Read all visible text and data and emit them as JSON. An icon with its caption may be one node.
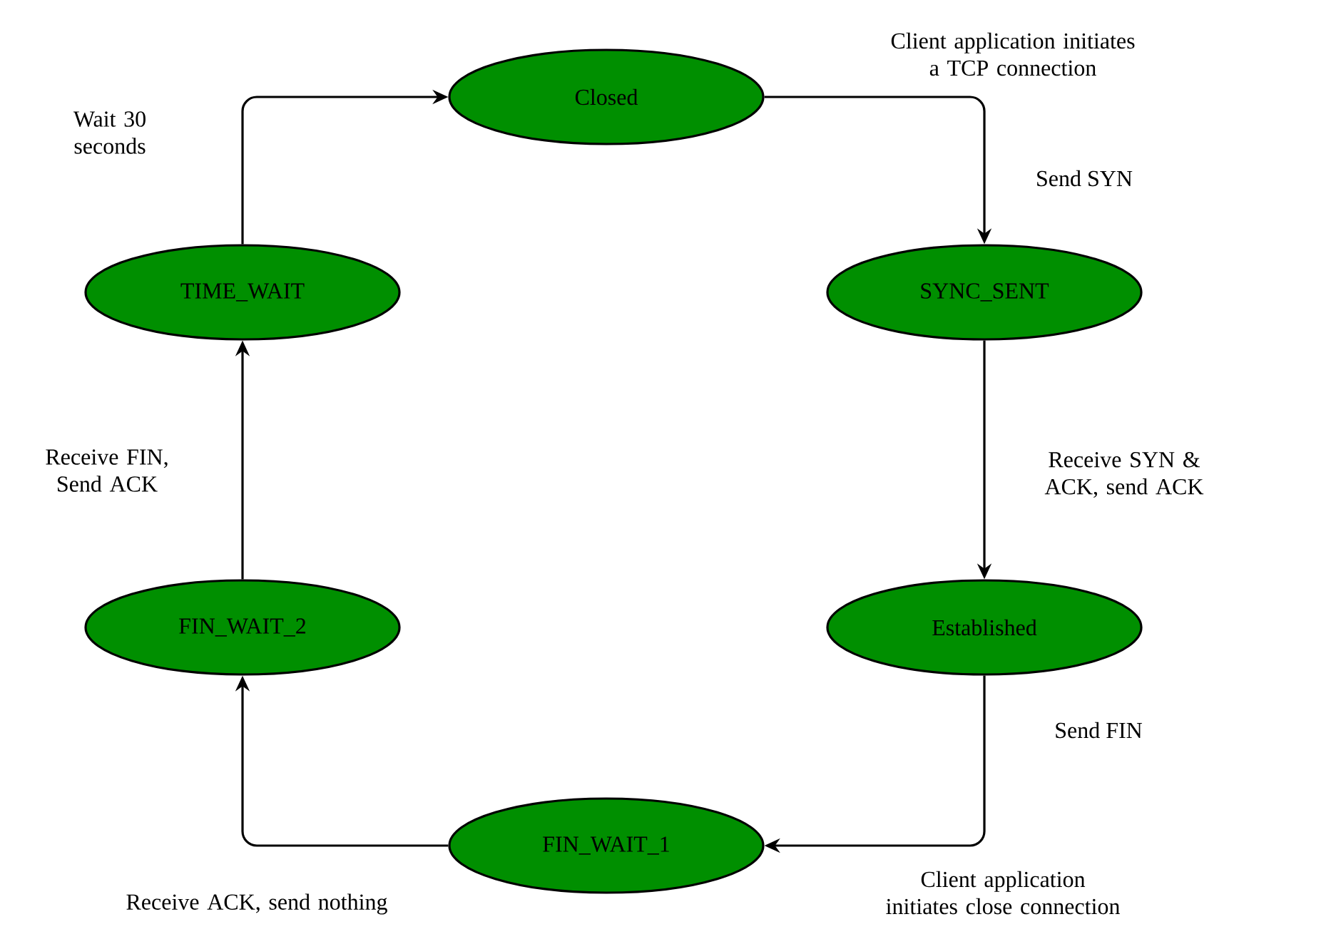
{
  "diagram": {
    "nodes": [
      {
        "text": [
          "Closed"
        ]
      },
      {
        "text": [
          "SYNC_SENT"
        ]
      },
      {
        "text": [
          "Established"
        ]
      },
      {
        "text": [
          "FIN_WAIT_1"
        ]
      },
      {
        "text": [
          "FIN_WAIT_2"
        ]
      },
      {
        "text": [
          "TIME_WAIT"
        ]
      }
    ],
    "edges": [
      {
        "from": 0,
        "to": 1,
        "arrow": "to",
        "label": "Send SYN"
      },
      {
        "from": 1,
        "to": 2,
        "arrow": "to",
        "label": "Receive SYN & ACK, send ACK"
      },
      {
        "from": 2,
        "to": 3,
        "arrow": "to",
        "label": "Send FIN"
      },
      {
        "from": 3,
        "to": 4,
        "arrow": "to",
        "label": "Receive ACK, send nothing"
      },
      {
        "from": 4,
        "to": 5,
        "arrow": "to",
        "label": "Receive FIN, Send ACK"
      },
      {
        "from": 5,
        "to": 0,
        "arrow": "to",
        "label": "Wait 30 seconds"
      }
    ],
    "labels": [
      "Client application initiates a TCP connection",
      "Client application initiates close connection"
    ]
  }
}
